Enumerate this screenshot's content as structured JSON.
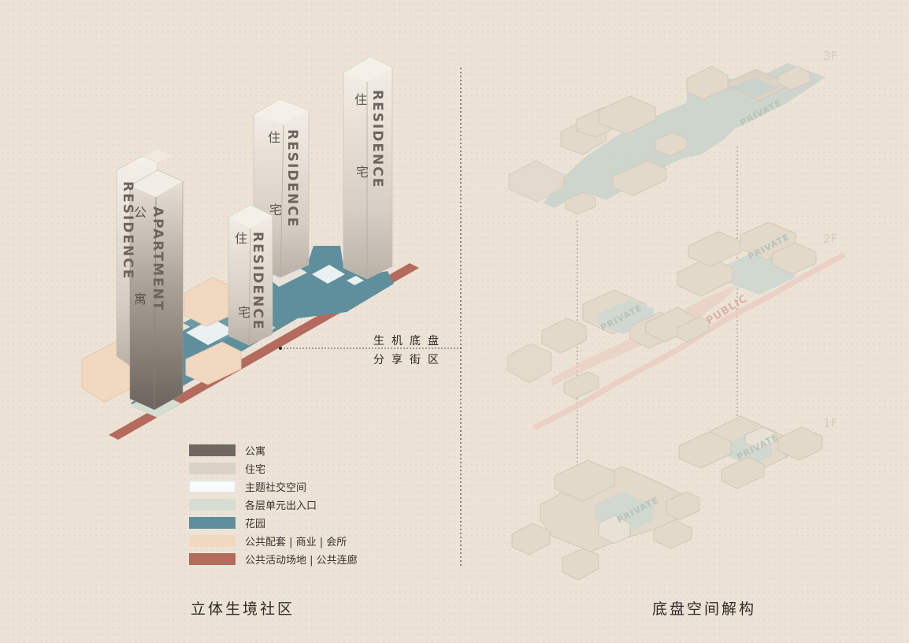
{
  "towers": {
    "residence_label": "RESIDENCE",
    "apartment_label": "APARTMENT",
    "zhu": "住",
    "zhai": "宅",
    "gong": "公",
    "yu": "寓"
  },
  "annotation": {
    "line1": "生机底盘",
    "line2": "分享街区"
  },
  "floors": {
    "f3": "3F",
    "f2": "2F",
    "f1": "1F"
  },
  "zones": {
    "private": "PRIVATE",
    "public": "PUBLIC"
  },
  "legend": {
    "items": [
      {
        "label": "公寓",
        "color": "#6f6860"
      },
      {
        "label": "住宅",
        "color": "#d9d2c6"
      },
      {
        "label": "主题社交空间",
        "color": "#f7fbfa"
      },
      {
        "label": "各层单元出入口",
        "color": "#d5ddd3"
      },
      {
        "label": "花园",
        "color": "#5f8f9d"
      },
      {
        "label": "公共配套 | 商业 | 会所",
        "color": "#f1d8c0"
      },
      {
        "label": "公共活动场地 | 公共连廊",
        "color": "#b46a5c"
      }
    ]
  },
  "captions": {
    "left": "立体生境社区",
    "right": "底盘空间解构"
  },
  "colors": {
    "background": "#ece3d6",
    "garden": "#5f8f9d",
    "corridor": "#b46a5c",
    "retail": "#f1d8c0"
  }
}
